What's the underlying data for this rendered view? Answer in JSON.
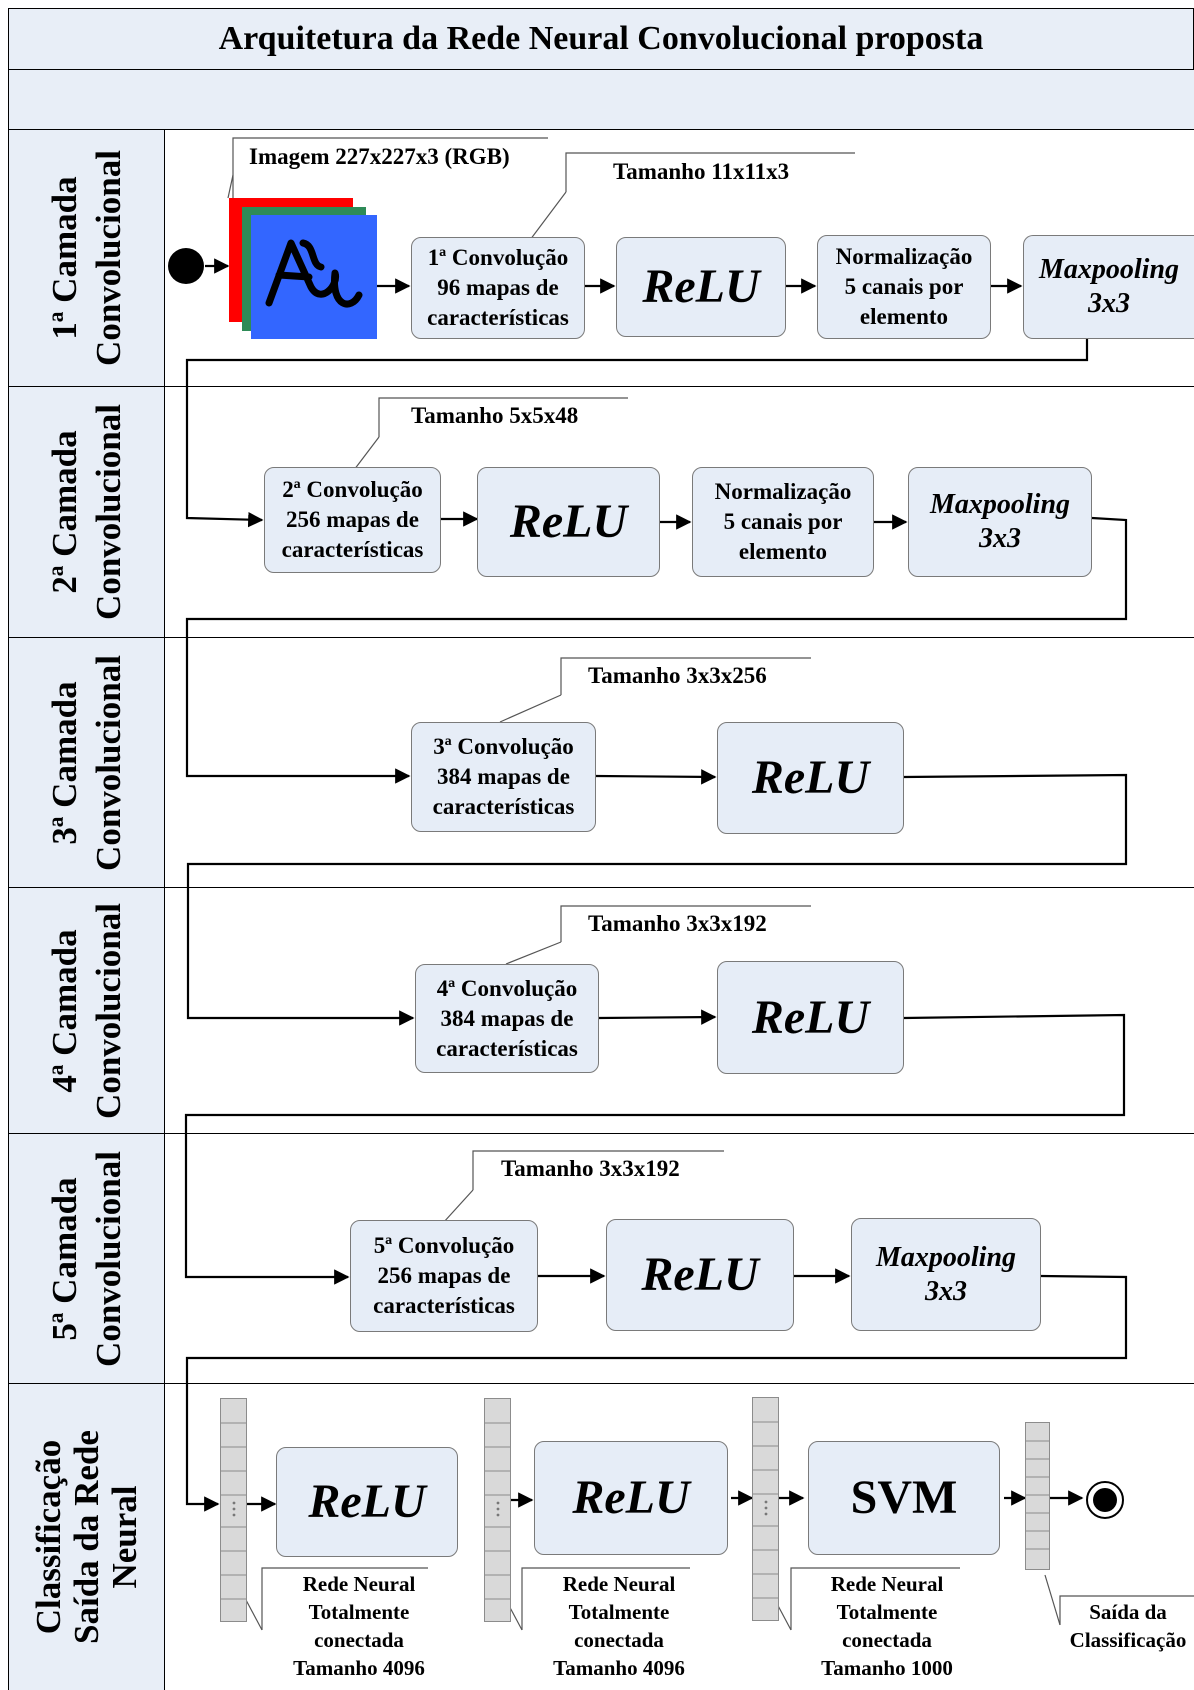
{
  "title": "Arquitetura da Rede Neural Convolucional proposta",
  "lanes": [
    {
      "line1": "1ª Camada",
      "line2": "Convolucional"
    },
    {
      "line1": "2ª Camada",
      "line2": "Convolucional"
    },
    {
      "line1": "3ª Camada",
      "line2": "Convolucional"
    },
    {
      "line1": "4ª Camada",
      "line2": "Convolucional"
    },
    {
      "line1": "5ª Camada",
      "line2": "Convolucional"
    },
    {
      "line1": "Classificação",
      "line2": "Saída da Rede",
      "line3": "Neural"
    }
  ],
  "layer1": {
    "image_note": "Imagem 227x227x3 (RGB)",
    "size_note": "Tamanho 11x11x3",
    "conv": [
      "1ª Convolução",
      "96 mapas de",
      "características"
    ],
    "relu": "ReLU",
    "norm": [
      "Normalização",
      "5 canais por",
      "elemento"
    ],
    "pool": [
      "Maxpooling",
      "3x3"
    ],
    "input_image_colors": [
      "#ff0000",
      "#2e8b57",
      "#3366ff"
    ]
  },
  "layer2": {
    "size_note": "Tamanho 5x5x48",
    "conv": [
      "2ª Convolução",
      "256 mapas de",
      "características"
    ],
    "relu": "ReLU",
    "norm": [
      "Normalização",
      "5 canais por",
      "elemento"
    ],
    "pool": [
      "Maxpooling",
      "3x3"
    ]
  },
  "layer3": {
    "size_note": "Tamanho 3x3x256",
    "conv": [
      "3ª Convolução",
      "384 mapas de",
      "características"
    ],
    "relu": "ReLU"
  },
  "layer4": {
    "size_note": "Tamanho 3x3x192",
    "conv": [
      "4ª Convolução",
      "384 mapas de",
      "características"
    ],
    "relu": "ReLU"
  },
  "layer5": {
    "size_note": "Tamanho 3x3x192",
    "conv": [
      "5ª Convolução",
      "256 mapas de",
      "características"
    ],
    "relu": "ReLU",
    "pool": [
      "Maxpooling",
      "3x3"
    ]
  },
  "classification": {
    "relu1": "ReLU",
    "relu2": "ReLU",
    "svm": "SVM",
    "fc1": [
      "Rede Neural",
      "Totalmente",
      "conectada",
      "Tamanho 4096"
    ],
    "fc2": [
      "Rede Neural",
      "Totalmente",
      "conectada",
      "Tamanho 4096"
    ],
    "fc3": [
      "Rede Neural",
      "Totalmente",
      "conectada",
      "Tamanho 1000"
    ],
    "output": [
      "Saída da",
      "Classificação"
    ]
  }
}
